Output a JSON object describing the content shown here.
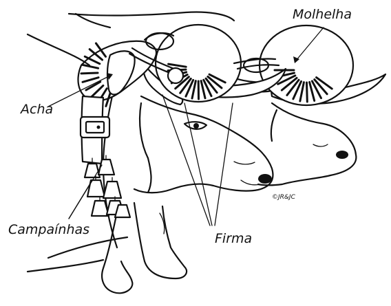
{
  "labels": {
    "molhelha": "Molhelha",
    "acha": "Acha",
    "campainhas": "Campaínhas",
    "firma": "Firma",
    "copyright": "©JR&JC"
  },
  "colors": {
    "ink": "#111111",
    "background": "#ffffff"
  }
}
